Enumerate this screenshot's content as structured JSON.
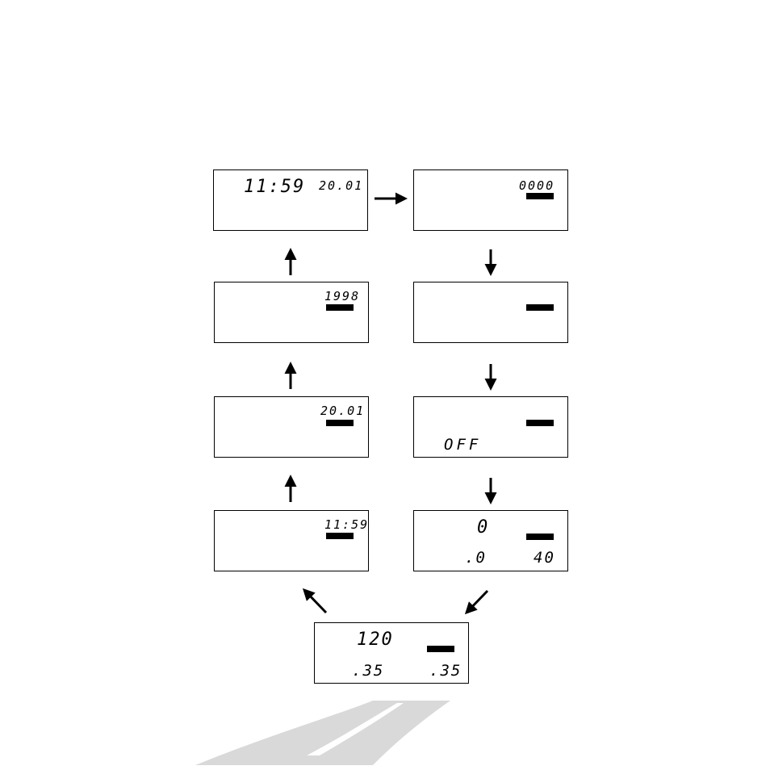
{
  "screens": {
    "time_date": {
      "time": "11:59",
      "date": "20.01"
    },
    "counter": {
      "value": "0000"
    },
    "blank": {},
    "off": {
      "status": "OFF"
    },
    "speed": {
      "top": "0",
      "left": ".0",
      "right": "40"
    },
    "bottom": {
      "top": "120",
      "left": ".35",
      "right": ".35"
    },
    "set_time": {
      "value": "11:59"
    },
    "set_date": {
      "value": "20.01"
    },
    "set_year": {
      "value": "1998"
    }
  },
  "colors": {
    "ink": "#000000",
    "road": "#d9d9d9",
    "lane": "#ffffff"
  },
  "icons": [
    "arrow-right-icon",
    "arrow-down-icon",
    "arrow-up-icon",
    "arrow-diagonal-icon",
    "road-graphic"
  ]
}
